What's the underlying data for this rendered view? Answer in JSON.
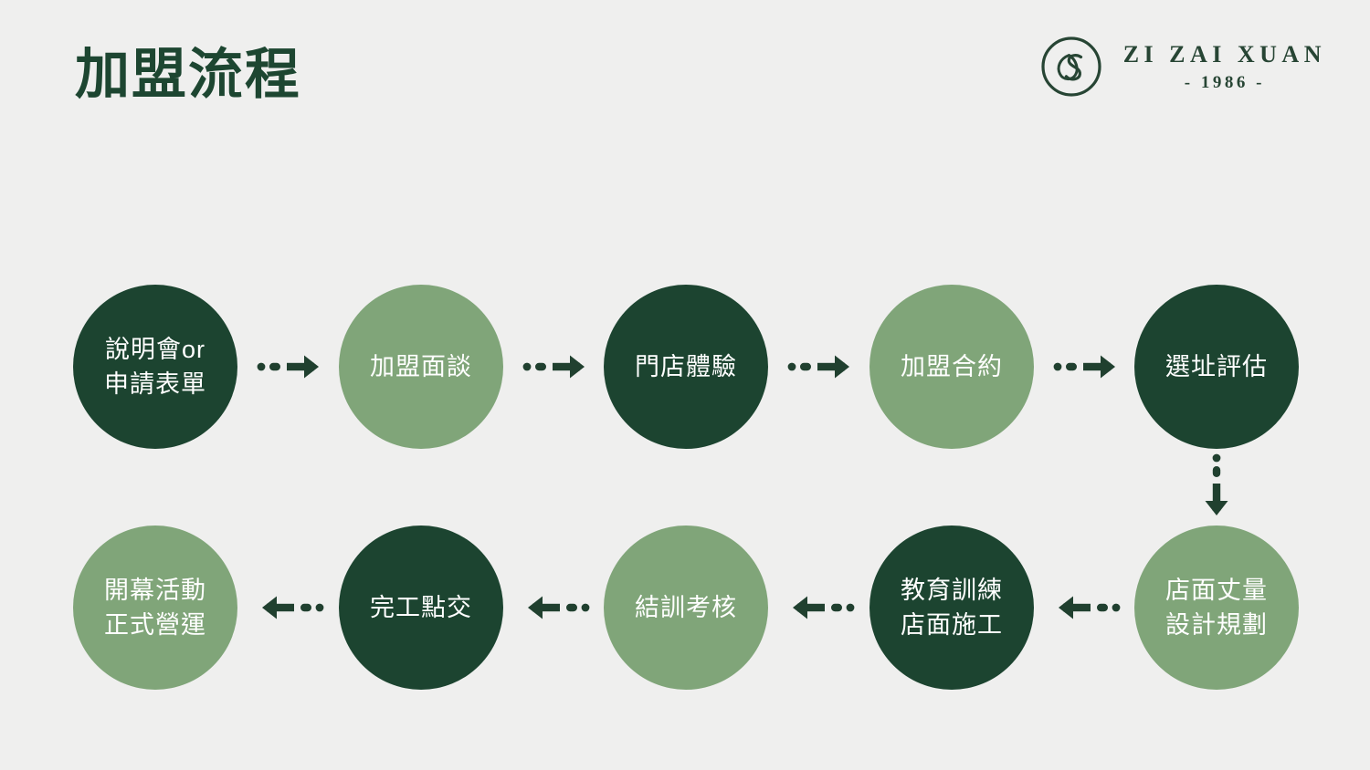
{
  "header": {
    "title": "加盟流程",
    "brand": {
      "logo_icon": "zizaixuan-leaf-s-monogram-icon",
      "name": "ZI ZAI XUAN",
      "year": "- 1986 -"
    }
  },
  "colors": {
    "background": "#efefee",
    "dark_green": "#1c4430",
    "light_green": "#80a579",
    "text_on_node": "#ffffff",
    "title": "#1d4631",
    "arrow": "#20402f"
  },
  "flow": {
    "row1_direction": "left-to-right",
    "row2_direction": "right-to-left",
    "connector_style": "dotted-lead-in-arrow",
    "steps": [
      {
        "index": 1,
        "label": "說明會or\n申請表單",
        "tone": "dark",
        "row": 1,
        "col": 1
      },
      {
        "index": 2,
        "label": "加盟面談",
        "tone": "light",
        "row": 1,
        "col": 2
      },
      {
        "index": 3,
        "label": "門店體驗",
        "tone": "dark",
        "row": 1,
        "col": 3
      },
      {
        "index": 4,
        "label": "加盟合約",
        "tone": "light",
        "row": 1,
        "col": 4
      },
      {
        "index": 5,
        "label": "選址評估",
        "tone": "dark",
        "row": 1,
        "col": 5
      },
      {
        "index": 6,
        "label": "店面丈量\n設計規劃",
        "tone": "light",
        "row": 2,
        "col": 5
      },
      {
        "index": 7,
        "label": "教育訓練\n店面施工",
        "tone": "dark",
        "row": 2,
        "col": 4
      },
      {
        "index": 8,
        "label": "結訓考核",
        "tone": "light",
        "row": 2,
        "col": 3
      },
      {
        "index": 9,
        "label": "完工點交",
        "tone": "dark",
        "row": 2,
        "col": 2
      },
      {
        "index": 10,
        "label": "開幕活動\n正式營運",
        "tone": "light",
        "row": 2,
        "col": 1
      }
    ],
    "connectors": [
      {
        "id": "c1",
        "from": 1,
        "to": 2,
        "direction": "right"
      },
      {
        "id": "c2",
        "from": 2,
        "to": 3,
        "direction": "right"
      },
      {
        "id": "c3",
        "from": 3,
        "to": 4,
        "direction": "right"
      },
      {
        "id": "c4",
        "from": 4,
        "to": 5,
        "direction": "right"
      },
      {
        "id": "c5",
        "from": 5,
        "to": 6,
        "direction": "down"
      },
      {
        "id": "c6",
        "from": 6,
        "to": 7,
        "direction": "left"
      },
      {
        "id": "c7",
        "from": 7,
        "to": 8,
        "direction": "left"
      },
      {
        "id": "c8",
        "from": 8,
        "to": 9,
        "direction": "left"
      },
      {
        "id": "c9",
        "from": 9,
        "to": 10,
        "direction": "left"
      }
    ]
  }
}
